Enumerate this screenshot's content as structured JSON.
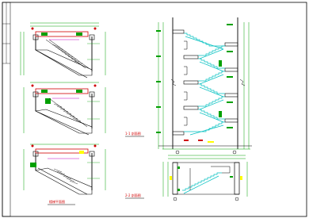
{
  "drawing": {
    "background": "#ffffff",
    "frame_color": "#000000",
    "line_colors": {
      "stair": "#00c0c0",
      "dimension": "#00a000",
      "annotation": "#d00000",
      "outline": "#000000",
      "hatch": "#c000c0",
      "highlight": "#ffff00",
      "landing_fill": "#00a000"
    },
    "views": [
      {
        "name": "plan-view-top",
        "title": ""
      },
      {
        "name": "plan-view-middle",
        "title": ""
      },
      {
        "name": "plan-view-bottom",
        "title": "",
        "caption": "楼梯平面图"
      },
      {
        "name": "section-view-upper",
        "title": "",
        "caption": "1-1 剖面图"
      },
      {
        "name": "section-view-lower",
        "title": "",
        "caption": "2-2 剖面图"
      }
    ]
  }
}
